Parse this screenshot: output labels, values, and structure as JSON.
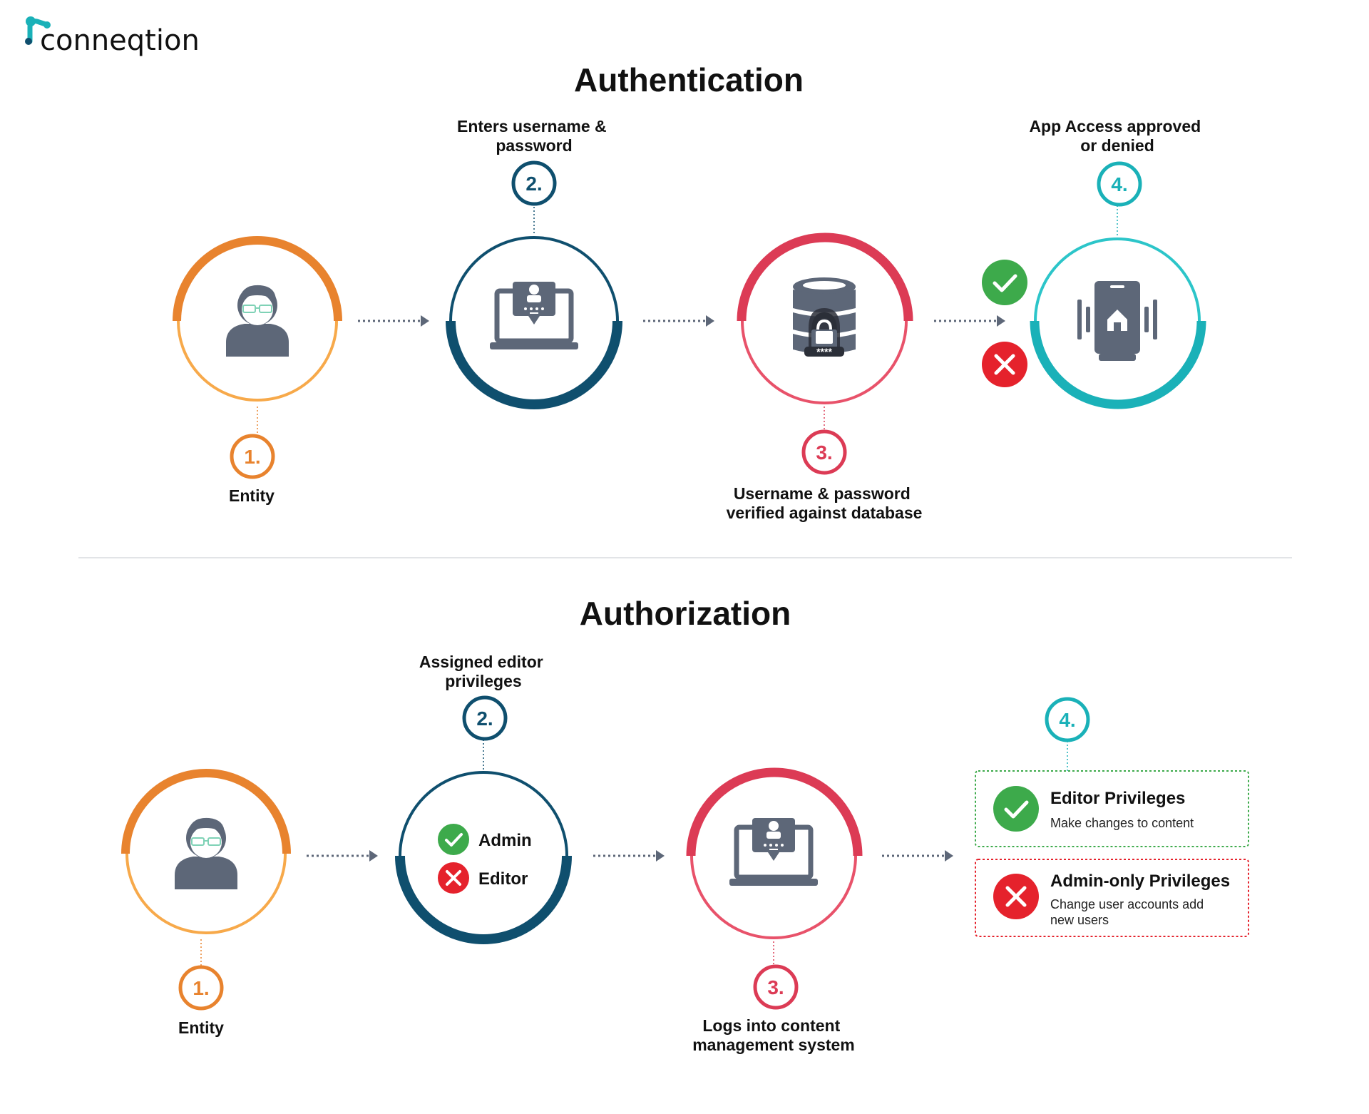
{
  "brand": {
    "name": "conneqtion"
  },
  "colors": {
    "orange": "#E8832E",
    "orange_light": "#F7A94A",
    "navy": "#0F4F6E",
    "navy_light": "#1A5E80",
    "red": "#DC3B55",
    "red_light": "#E8526A",
    "teal": "#1AB1B8",
    "teal_light": "#2CC5C9",
    "icon_gray": "#5D6778",
    "check_green": "#3DAA4B",
    "cross_red": "#E5222C",
    "divider": "#E2E4E7"
  },
  "authentication": {
    "title": "Authentication",
    "steps": [
      {
        "number": "1.",
        "label_lines": [
          "Entity"
        ],
        "icon": "user-icon",
        "color": "orange"
      },
      {
        "number": "2.",
        "label_lines": [
          "Enters username &",
          "password"
        ],
        "icon": "laptop-icon",
        "color": "navy"
      },
      {
        "number": "3.",
        "label_lines": [
          "Username & password",
          "verified against database"
        ],
        "icon": "database-lock-icon",
        "color": "red"
      },
      {
        "number": "4.",
        "label_lines": [
          "App Access approved",
          "or denied"
        ],
        "icon": "mobile-app-icon",
        "color": "teal"
      }
    ],
    "outcomes": [
      "approved",
      "denied"
    ]
  },
  "authorization": {
    "title": "Authorization",
    "steps": [
      {
        "number": "1.",
        "label_lines": [
          "Entity"
        ],
        "icon": "user-icon",
        "color": "orange"
      },
      {
        "number": "2.",
        "label_lines": [
          "Assigned editor",
          "privileges"
        ],
        "icon": "roles",
        "color": "navy"
      },
      {
        "number": "3.",
        "label_lines": [
          "Logs into content",
          "management system"
        ],
        "icon": "laptop-icon",
        "color": "red"
      },
      {
        "number": "4.",
        "label_lines": [],
        "icon": "privileges",
        "color": "teal"
      }
    ],
    "roles": [
      {
        "label": "Admin",
        "status": "allowed"
      },
      {
        "label": "Editor",
        "status": "denied"
      }
    ],
    "privileges": [
      {
        "title": "Editor Privileges",
        "desc_lines": [
          "Make changes to content"
        ],
        "status": "allowed"
      },
      {
        "title": "Admin-only Privileges",
        "desc_lines": [
          "Change user accounts add",
          "new users"
        ],
        "status": "denied"
      }
    ]
  }
}
